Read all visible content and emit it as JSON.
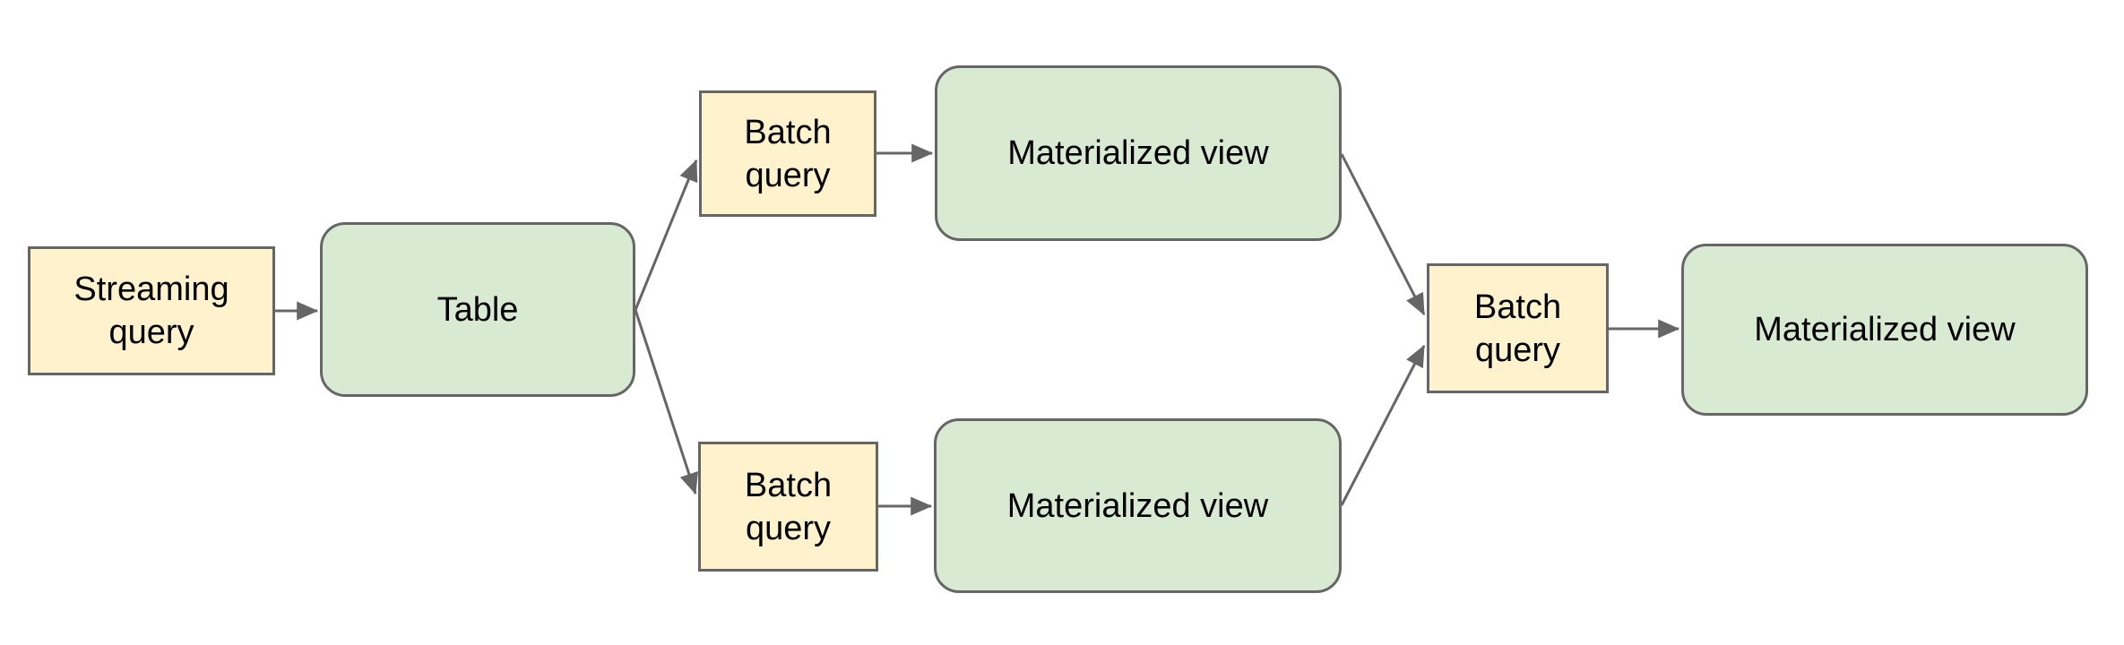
{
  "palette": {
    "background": "#ffffff",
    "query_box_fill": "#fff2cc",
    "view_box_fill": "#d9ead3",
    "box_border": "#666666",
    "connector": "#666666",
    "text": "#000000"
  },
  "diagram": {
    "nodes": [
      {
        "id": "streaming-query",
        "label": "Streaming query",
        "kind": "query"
      },
      {
        "id": "table",
        "label": "Table",
        "kind": "view"
      },
      {
        "id": "batch-query-top",
        "label": "Batch query",
        "kind": "query"
      },
      {
        "id": "materialized-view-top",
        "label": "Materialized view",
        "kind": "view"
      },
      {
        "id": "batch-query-bottom",
        "label": "Batch query",
        "kind": "query"
      },
      {
        "id": "materialized-view-bottom",
        "label": "Materialized view",
        "kind": "view"
      },
      {
        "id": "batch-query-right",
        "label": "Batch query",
        "kind": "query"
      },
      {
        "id": "materialized-view-right",
        "label": "Materialized view",
        "kind": "view"
      }
    ],
    "edges": [
      {
        "from": "streaming-query",
        "to": "table"
      },
      {
        "from": "table",
        "to": "batch-query-top"
      },
      {
        "from": "table",
        "to": "batch-query-bottom"
      },
      {
        "from": "batch-query-top",
        "to": "materialized-view-top"
      },
      {
        "from": "batch-query-bottom",
        "to": "materialized-view-bottom"
      },
      {
        "from": "materialized-view-top",
        "to": "batch-query-right"
      },
      {
        "from": "materialized-view-bottom",
        "to": "batch-query-right"
      },
      {
        "from": "batch-query-right",
        "to": "materialized-view-right"
      }
    ]
  }
}
